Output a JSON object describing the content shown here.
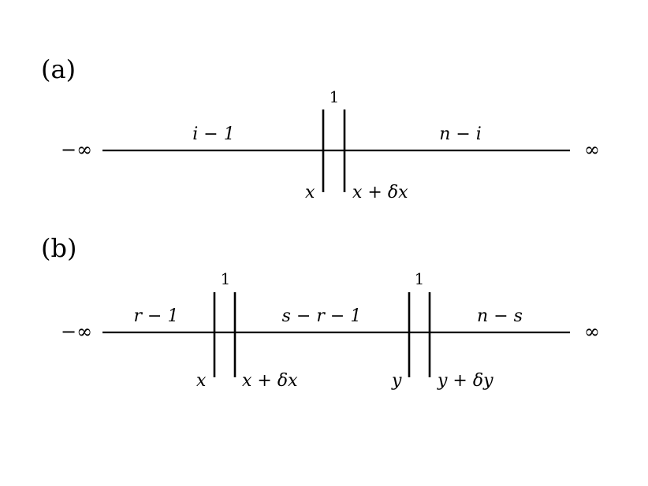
{
  "panel_a": {
    "label": "(a)",
    "left_end": "−∞",
    "right_end": "∞",
    "segment_left": "i − 1",
    "segment_right": "n − i",
    "interval_count": "1",
    "interval_lower": "x",
    "interval_upper": "x + δx"
  },
  "panel_b": {
    "label": "(b)",
    "left_end": "−∞",
    "right_end": "∞",
    "segment_left": "r − 1",
    "segment_middle": "s − r − 1",
    "segment_right": "n − s",
    "interval1_count": "1",
    "interval1_lower": "x",
    "interval1_upper": "x + δx",
    "interval2_count": "1",
    "interval2_lower": "y",
    "interval2_upper": "y + δy"
  }
}
